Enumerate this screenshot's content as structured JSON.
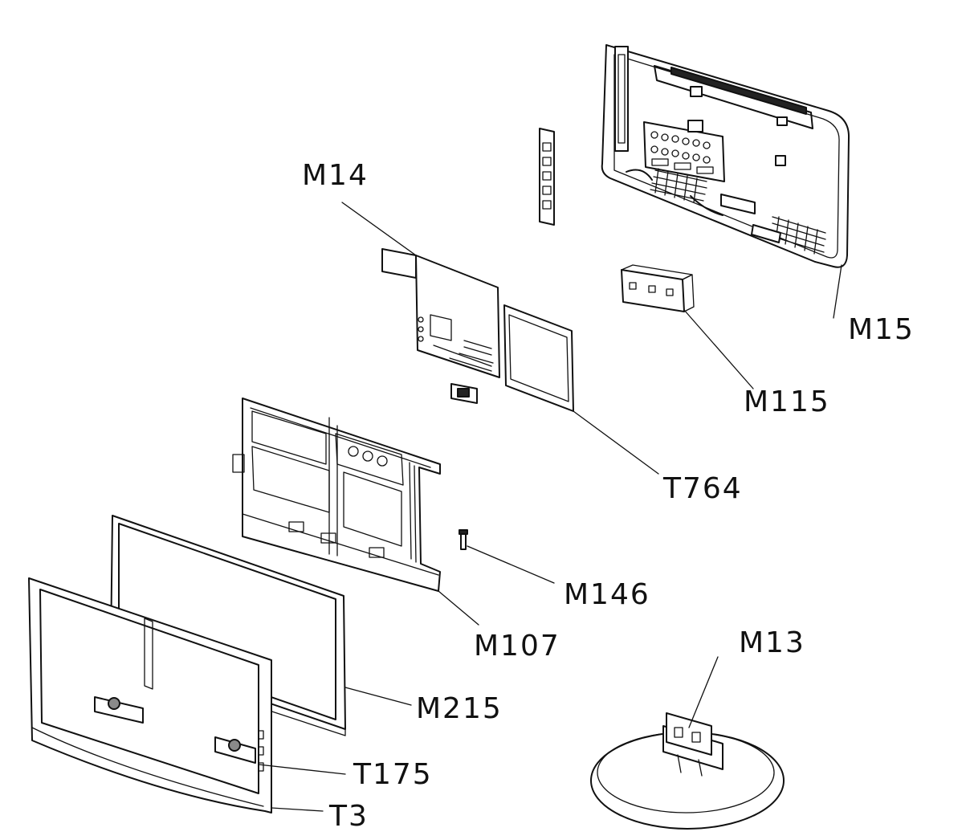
{
  "diagram": {
    "labels": {
      "m14": "M14",
      "m15": "M15",
      "m115": "M115",
      "t764": "T764",
      "m146": "M146",
      "m107": "M107",
      "m13": "M13",
      "m215": "M215",
      "t175": "T175",
      "t3": "T3"
    }
  }
}
